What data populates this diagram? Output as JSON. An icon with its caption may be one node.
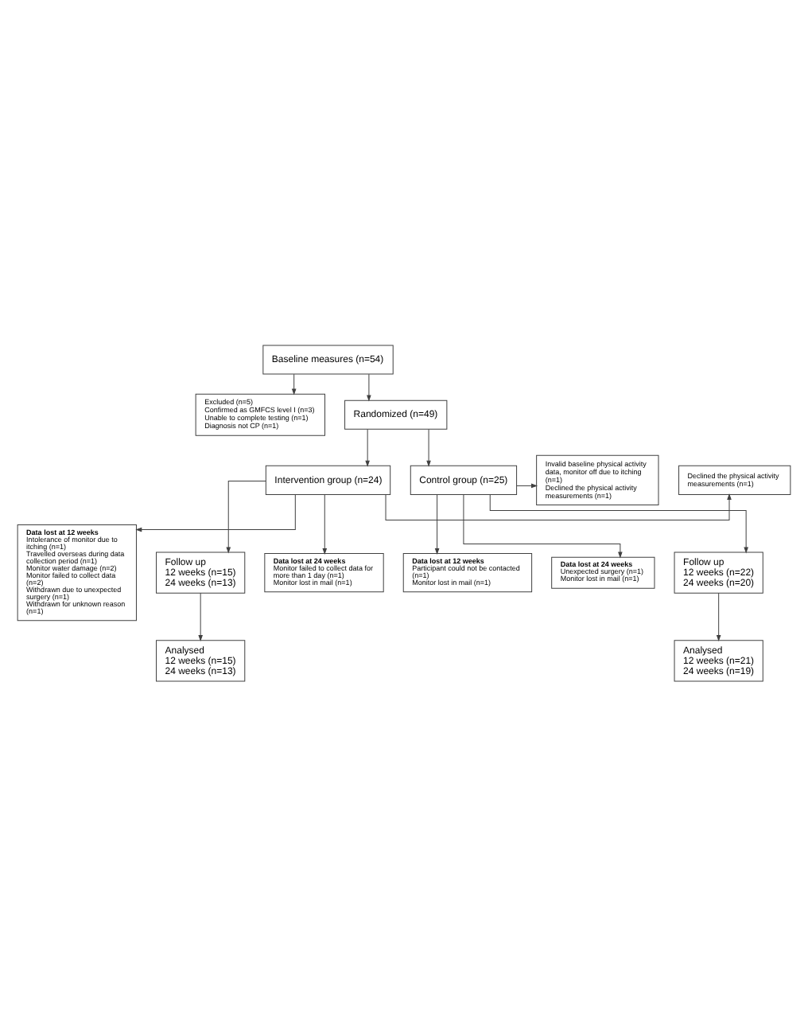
{
  "diagram": {
    "nodes": [
      {
        "text": [
          "Baseline measures (n=54)"
        ]
      },
      {
        "text": [
          "Excluded (n=5)",
          "Confirmed as GMFCS level I (n=3)",
          "Unable to complete testing (n=1)",
          "Diagnosis not CP (n=1)"
        ]
      },
      {
        "text": [
          "Randomized (n=49)"
        ]
      },
      {
        "text": [
          "Declined the physical activity measurements (n=1)"
        ]
      },
      {
        "text": [
          "Intervention group (n=24)"
        ]
      },
      {
        "text": [
          "Control group (n=25)"
        ]
      },
      {
        "text": [
          "Invalid baseline physical activity data, monitor off due to itching (n=1)",
          "Declined the physical activity measurements (n=1)"
        ]
      },
      {
        "text": [
          "Data lost at 12 weeks",
          "Intolerance of monitor due to itching (n=1)",
          "Travelled overseas during data collection period (n=1)",
          "Monitor water damage (n=2)",
          "Monitor failed to collect data (n=2)",
          "Withdrawn due to unexpected surgery (n=1)",
          "Withdrawn for unknown reason (n=1)"
        ]
      },
      {
        "text": [
          "Data lost at 12 weeks",
          "Participant could not be contacted (n=1)",
          "Monitor lost in mail (n=1)"
        ]
      },
      {
        "text": [
          "Data lost at 24 weeks",
          "Unexpected surgery (n=1)",
          "Monitor lost in mail (n=1)"
        ]
      },
      {
        "text": [
          "Data lost at 24 weeks",
          "Monitor failed to collect data for more than 1 day (n=1)",
          "Monitor lost in mail (n=1)"
        ]
      },
      {
        "text": [
          "Follow up",
          "12 weeks (n=15)",
          "24 weeks (n=13)"
        ]
      },
      {
        "text": [
          "Follow up",
          "12 weeks (n=22)",
          "24 weeks (n=20)"
        ]
      },
      {
        "text": [
          "Analysed",
          "12 weeks (n=15)",
          "24 weeks (n=13)"
        ]
      },
      {
        "text": [
          "Analysed",
          "12 weeks (n=21)",
          "24 weeks (n=19)"
        ]
      }
    ],
    "edges": [
      {
        "from": 0,
        "to": 2,
        "arrow": "to"
      },
      {
        "from": 0,
        "to": 1,
        "arrow": "to"
      },
      {
        "from": 2,
        "to": 4,
        "arrow": "to"
      },
      {
        "from": 2,
        "to": 5,
        "arrow": "to"
      },
      {
        "from": 4,
        "to": 3,
        "arrow": "to"
      },
      {
        "from": 5,
        "to": 6,
        "arrow": "to"
      },
      {
        "from": 4,
        "to": 7,
        "arrow": "to"
      },
      {
        "from": 5,
        "to": 8,
        "arrow": "to"
      },
      {
        "from": 5,
        "to": 9,
        "arrow": "to"
      },
      {
        "from": 4,
        "to": 10,
        "arrow": "to"
      },
      {
        "from": 4,
        "to": 11,
        "arrow": "to"
      },
      {
        "from": 5,
        "to": 12,
        "arrow": "to"
      },
      {
        "from": 11,
        "to": 13,
        "arrow": "to"
      },
      {
        "from": 12,
        "to": 14,
        "arrow": "to"
      }
    ]
  }
}
